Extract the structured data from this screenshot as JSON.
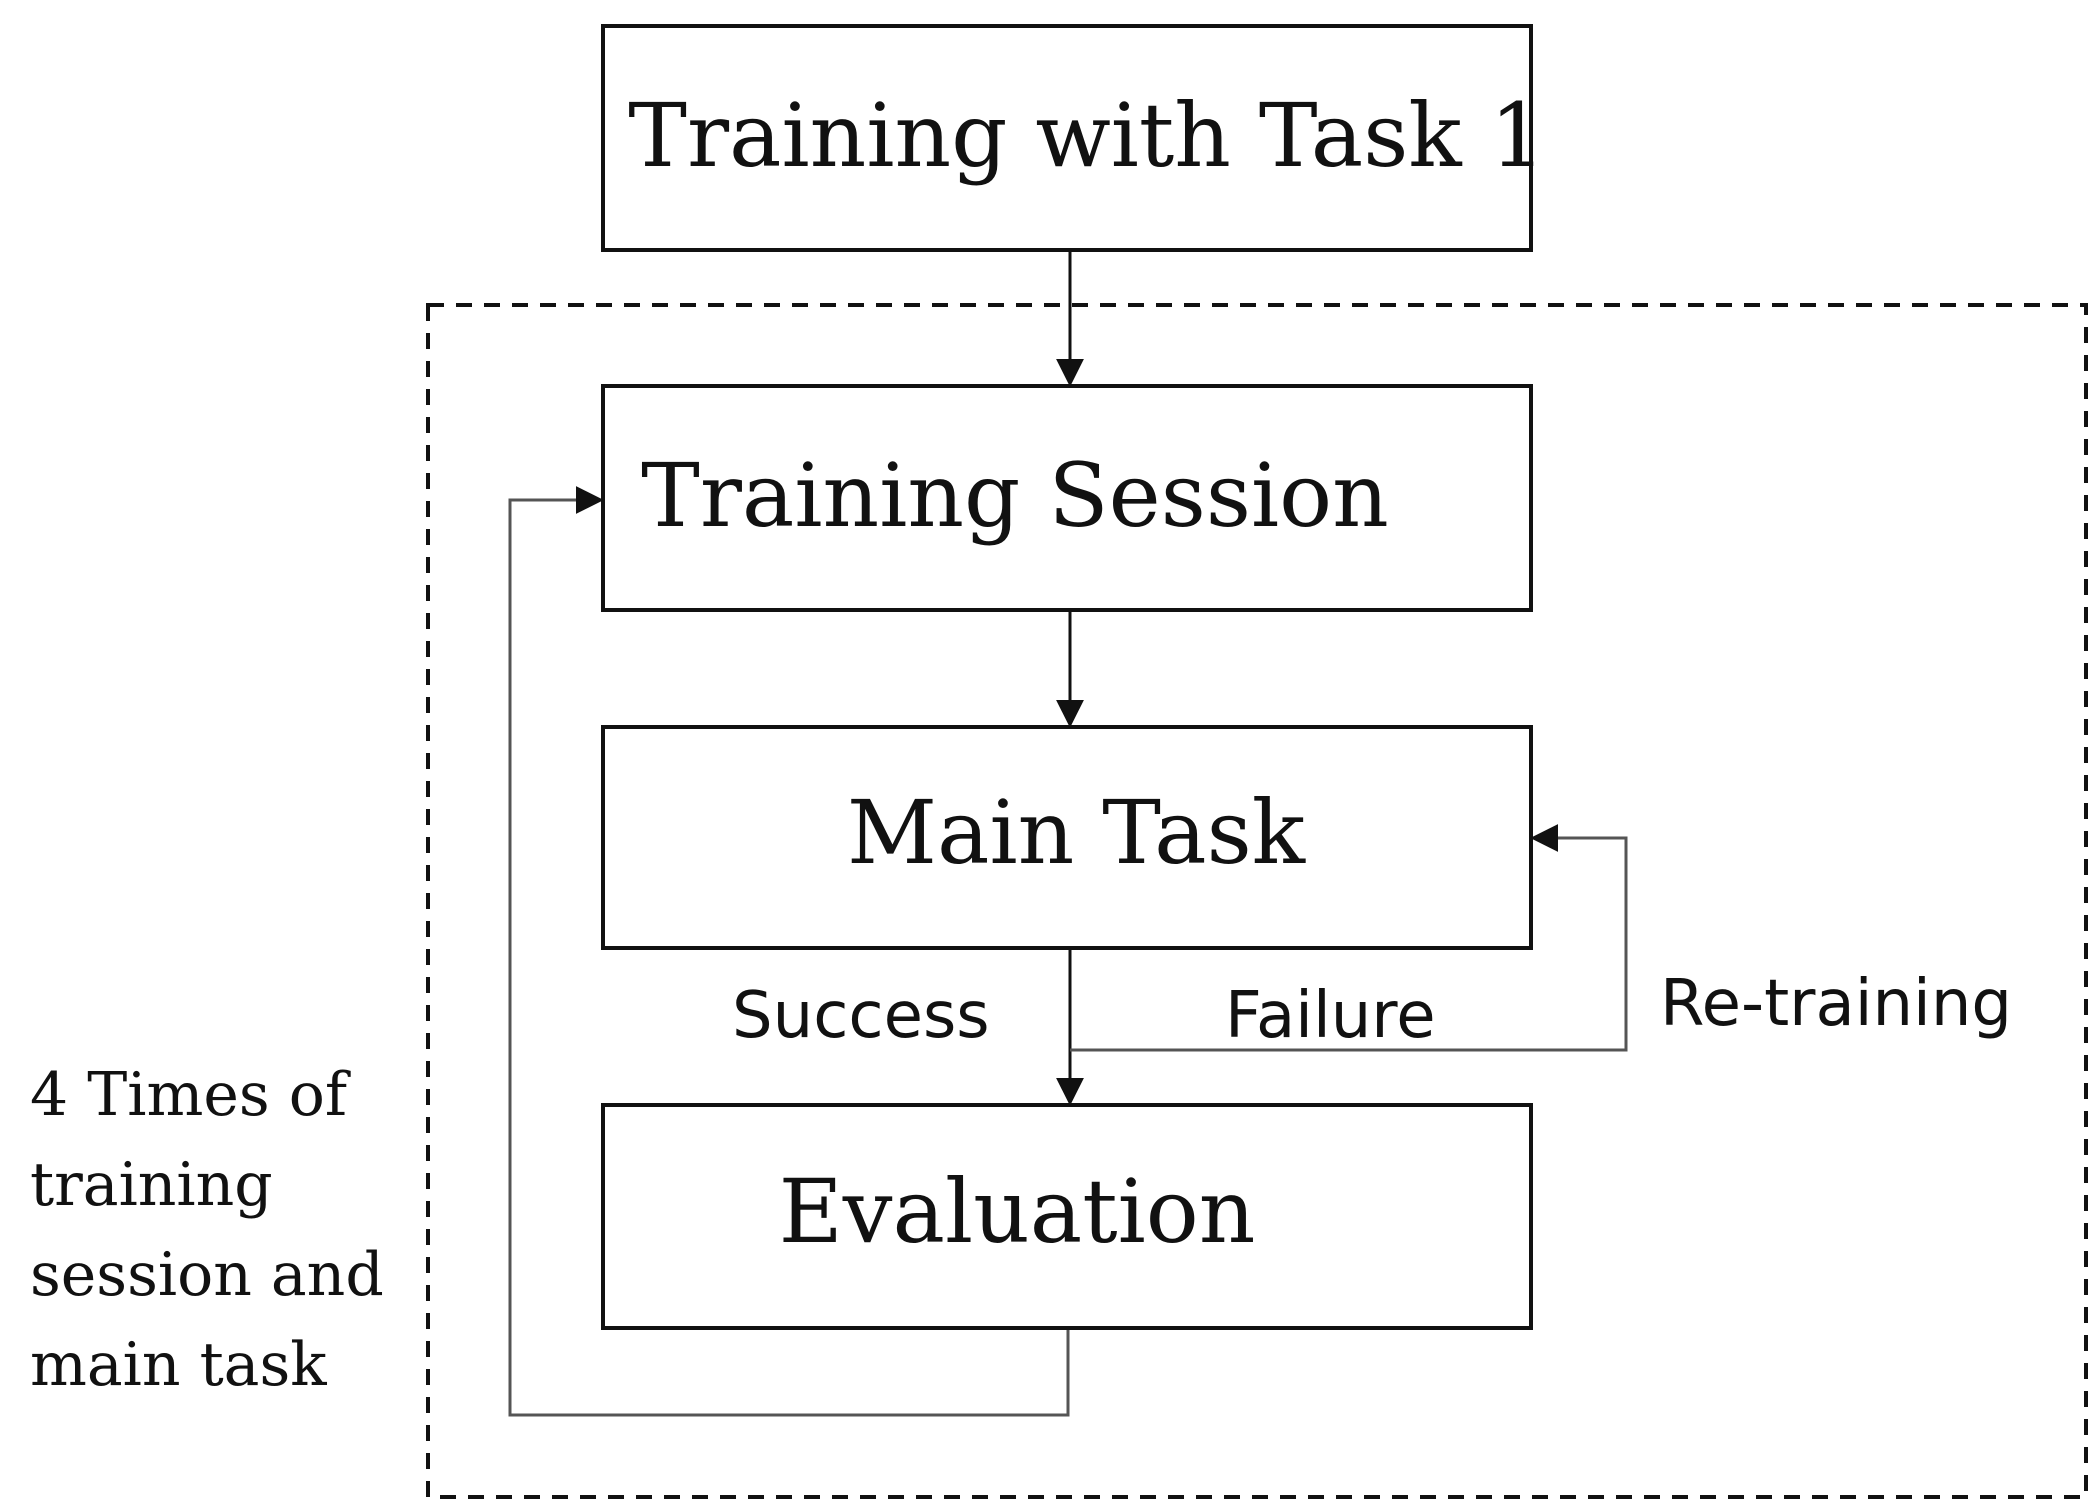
{
  "nodes": {
    "training_task1": "Training with Task 1",
    "training_session": "Training Session",
    "main_task": "Main Task",
    "evaluation": "Evaluation"
  },
  "edge_labels": {
    "success": "Success",
    "failure": "Failure",
    "retraining": "Re-training"
  },
  "loop_note": {
    "line1": "4 Times of",
    "line2": "training",
    "line3": "session and",
    "line4": "main task"
  }
}
